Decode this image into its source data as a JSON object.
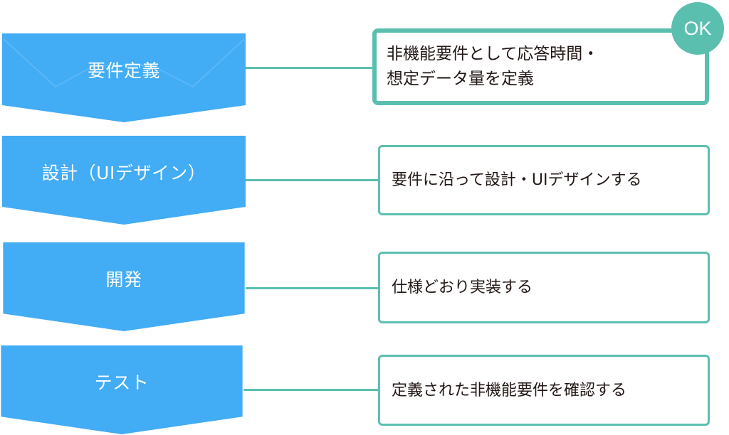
{
  "colors": {
    "step_fill": "#42acf5",
    "accent_teal": "#5bbfb0",
    "text_dark": "#231815",
    "text_light": "#ffffff"
  },
  "steps": [
    {
      "label": "要件定義",
      "description": [
        "非機能要件として応答時間・",
        "想定データ量を定義"
      ],
      "highlighted": true,
      "badge": "OK"
    },
    {
      "label": "設計（UIデザイン）",
      "description": [
        "要件に沿って設計・UIデザインする"
      ],
      "highlighted": false
    },
    {
      "label": "開発",
      "description": [
        "仕様どおり実装する"
      ],
      "highlighted": false
    },
    {
      "label": "テスト",
      "description": [
        "定義された非機能要件を確認する"
      ],
      "highlighted": false
    }
  ]
}
